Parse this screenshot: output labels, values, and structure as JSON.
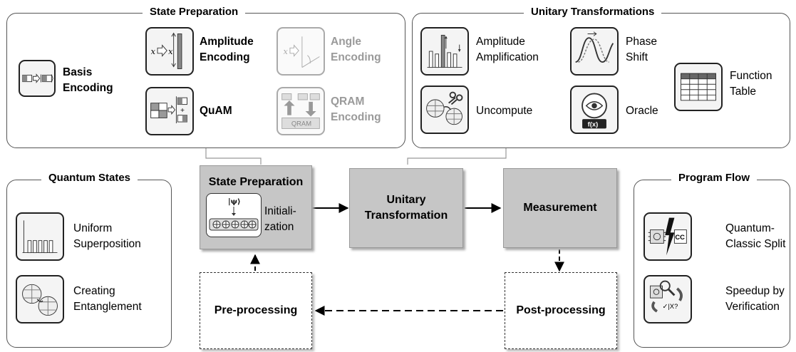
{
  "state_preparation_panel": {
    "title": "State Preparation",
    "patterns": [
      {
        "label": "Basis\nEncoding",
        "icon": "basis-encoding-icon",
        "faded": false
      },
      {
        "label": "Amplitude\nEncoding",
        "icon": "amplitude-encoding-icon",
        "faded": false
      },
      {
        "label": "QuAM",
        "icon": "quam-icon",
        "faded": false
      },
      {
        "label": "Angle\nEncoding",
        "icon": "angle-encoding-icon",
        "faded": true
      },
      {
        "label": "QRAM\nEncoding",
        "icon": "qram-encoding-icon",
        "faded": true,
        "icon_text": "QRAM"
      }
    ]
  },
  "unitary_panel": {
    "title": "Unitary Transformations",
    "patterns": [
      {
        "label": "Amplitude\nAmplification",
        "icon": "amplitude-amplification-icon"
      },
      {
        "label": "Phase\nShift",
        "icon": "phase-shift-icon"
      },
      {
        "label": "Function\nTable",
        "icon": "function-table-icon"
      },
      {
        "label": "Uncompute",
        "icon": "uncompute-icon"
      },
      {
        "label": "Oracle",
        "icon": "oracle-icon",
        "icon_text": "f(x)"
      }
    ]
  },
  "quantum_states_panel": {
    "title": "Quantum States",
    "patterns": [
      {
        "label": "Uniform\nSuperposition",
        "icon": "uniform-superposition-icon"
      },
      {
        "label": "Creating\nEntanglement",
        "icon": "creating-entanglement-icon"
      }
    ]
  },
  "program_flow_panel": {
    "title": "Program Flow",
    "patterns": [
      {
        "label": "Quantum-\nClassic Split",
        "icon": "quantum-classic-split-icon",
        "icon_text": "CC"
      },
      {
        "label": "Speedup by\nVerification",
        "icon": "speedup-verification-icon",
        "icon_text": "✓|X?"
      }
    ]
  },
  "process": {
    "state_preparation": {
      "title": "State Preparation",
      "sublabel": "Initiali-\nzation",
      "ket": "|ψ⟩"
    },
    "unitary": "Unitary\nTransformation",
    "measurement": "Measurement",
    "pre_processing": "Pre-processing",
    "post_processing": "Post-processing"
  },
  "colors": {
    "process_fill": "#c6c6c6",
    "border": "#555555",
    "faded": "#9a9a9a"
  }
}
